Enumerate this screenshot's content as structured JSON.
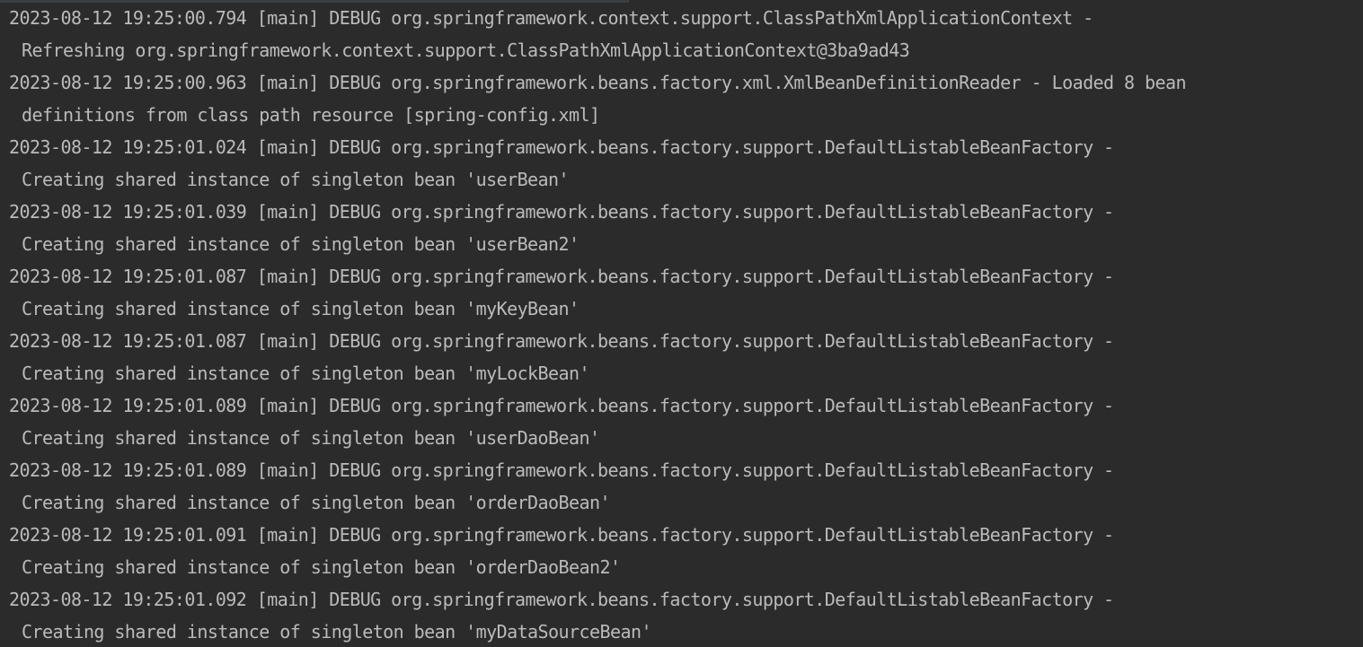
{
  "console": {
    "entries": [
      {
        "line1": "2023-08-12 19:25:00.794 [main] DEBUG org.springframework.context.support.ClassPathXmlApplicationContext -",
        "line2": "Refreshing org.springframework.context.support.ClassPathXmlApplicationContext@3ba9ad43"
      },
      {
        "line1": "2023-08-12 19:25:00.963 [main] DEBUG org.springframework.beans.factory.xml.XmlBeanDefinitionReader - Loaded 8 bean",
        "line2": "definitions from class path resource [spring-config.xml]"
      },
      {
        "line1": "2023-08-12 19:25:01.024 [main] DEBUG org.springframework.beans.factory.support.DefaultListableBeanFactory -",
        "line2": "Creating shared instance of singleton bean 'userBean'"
      },
      {
        "line1": "2023-08-12 19:25:01.039 [main] DEBUG org.springframework.beans.factory.support.DefaultListableBeanFactory -",
        "line2": "Creating shared instance of singleton bean 'userBean2'"
      },
      {
        "line1": "2023-08-12 19:25:01.087 [main] DEBUG org.springframework.beans.factory.support.DefaultListableBeanFactory -",
        "line2": "Creating shared instance of singleton bean 'myKeyBean'"
      },
      {
        "line1": "2023-08-12 19:25:01.087 [main] DEBUG org.springframework.beans.factory.support.DefaultListableBeanFactory -",
        "line2": "Creating shared instance of singleton bean 'myLockBean'"
      },
      {
        "line1": "2023-08-12 19:25:01.089 [main] DEBUG org.springframework.beans.factory.support.DefaultListableBeanFactory -",
        "line2": "Creating shared instance of singleton bean 'userDaoBean'"
      },
      {
        "line1": "2023-08-12 19:25:01.089 [main] DEBUG org.springframework.beans.factory.support.DefaultListableBeanFactory -",
        "line2": "Creating shared instance of singleton bean 'orderDaoBean'"
      },
      {
        "line1": "2023-08-12 19:25:01.091 [main] DEBUG org.springframework.beans.factory.support.DefaultListableBeanFactory -",
        "line2": "Creating shared instance of singleton bean 'orderDaoBean2'"
      },
      {
        "line1": "2023-08-12 19:25:01.092 [main] DEBUG org.springframework.beans.factory.support.DefaultListableBeanFactory -",
        "line2": "Creating shared instance of singleton bean 'myDataSourceBean'"
      }
    ]
  },
  "colors": {
    "background": "#2b2b2b",
    "text": "#bbbbbb"
  }
}
